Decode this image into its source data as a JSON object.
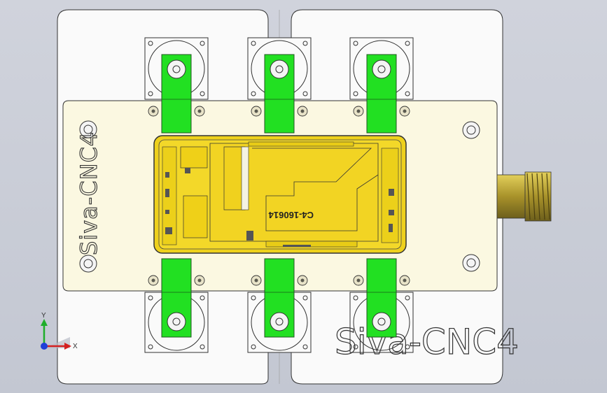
{
  "viewport": {
    "background": "#c8ccd8",
    "fixture_color": "#fafafa",
    "plate_color": "#fbf8e1",
    "clamp_color": "#22e022",
    "device_color": "#f2d21a",
    "thread_color": "#c9b32a"
  },
  "engravings": {
    "side_label": "Siva-CNC4",
    "base_label": "Siva-CNC4",
    "part_number": "C4-160614"
  },
  "triad": {
    "x_label": "X",
    "y_label": "Y"
  }
}
